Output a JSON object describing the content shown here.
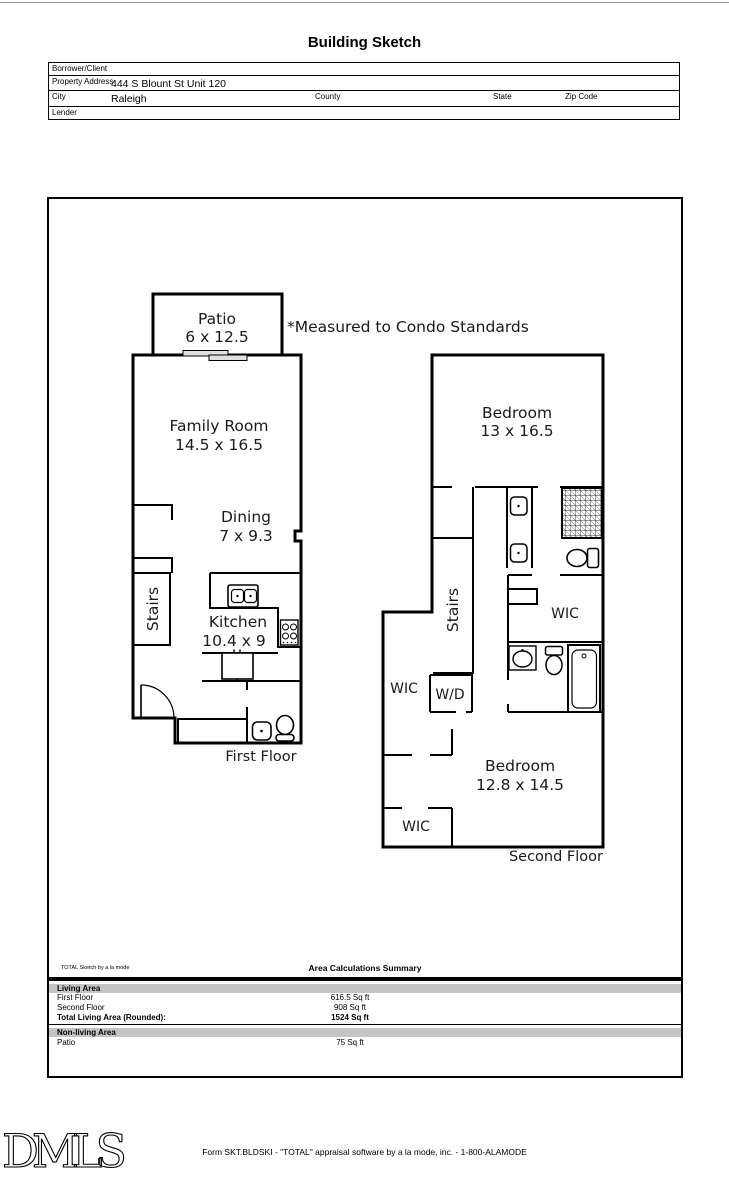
{
  "page": {
    "title": "Building Sketch"
  },
  "form": {
    "borrower_label": "Borrower/Client",
    "property_label": "Property Address",
    "property_value": "444 S Blount St Unit 120",
    "city_label": "City",
    "city_value": "Raleigh",
    "county_label": "County",
    "state_label": "State",
    "zip_label": "Zip Code",
    "lender_label": "Lender"
  },
  "sketch": {
    "note": "*Measured to Condo Standards",
    "first_floor": {
      "label": "First Floor",
      "patio_name": "Patio",
      "patio_dims": "6 x 12.5",
      "family_name": "Family Room",
      "family_dims": "14.5 x 16.5",
      "dining_name": "Dining",
      "dining_dims": "7 x 9.3",
      "kitchen_name": "Kitchen",
      "kitchen_dims": "10.4 x 9",
      "stairs": "Stairs"
    },
    "second_floor": {
      "label": "Second Floor",
      "bedroom1_name": "Bedroom",
      "bedroom1_dims": "13 x 16.5",
      "bedroom2_name": "Bedroom",
      "bedroom2_dims": "12.8 x 14.5",
      "stairs": "Stairs",
      "wic_right": "WIC",
      "wic_left": "WIC",
      "wic_bottom": "WIC",
      "wd": "W/D"
    }
  },
  "area_summary": {
    "branding": "TOTAL Sketch by a la mode",
    "title": "Area Calculations Summary",
    "living_header": "Living Area",
    "first_floor_label": "First Floor",
    "first_floor_value": "616.5 Sq ft",
    "second_floor_label": "Second Floor",
    "second_floor_value": "908 Sq ft",
    "total_label": "Total Living Area (Rounded):",
    "total_value": "1524 Sq ft",
    "nonliving_header": "Non-living Area",
    "patio_label": "Patio",
    "patio_value": "75 Sq ft"
  },
  "footer": {
    "logo": "DMLS",
    "form_line": "Form SKT.BLDSKI - \"TOTAL\" appraisal software by a la mode, inc. - 1-800-ALAMODE"
  },
  "colors": {
    "wall": "#000000",
    "summary_band_gray": "#c4c4c4",
    "sliding_door_fill": "#e0e0e0"
  }
}
